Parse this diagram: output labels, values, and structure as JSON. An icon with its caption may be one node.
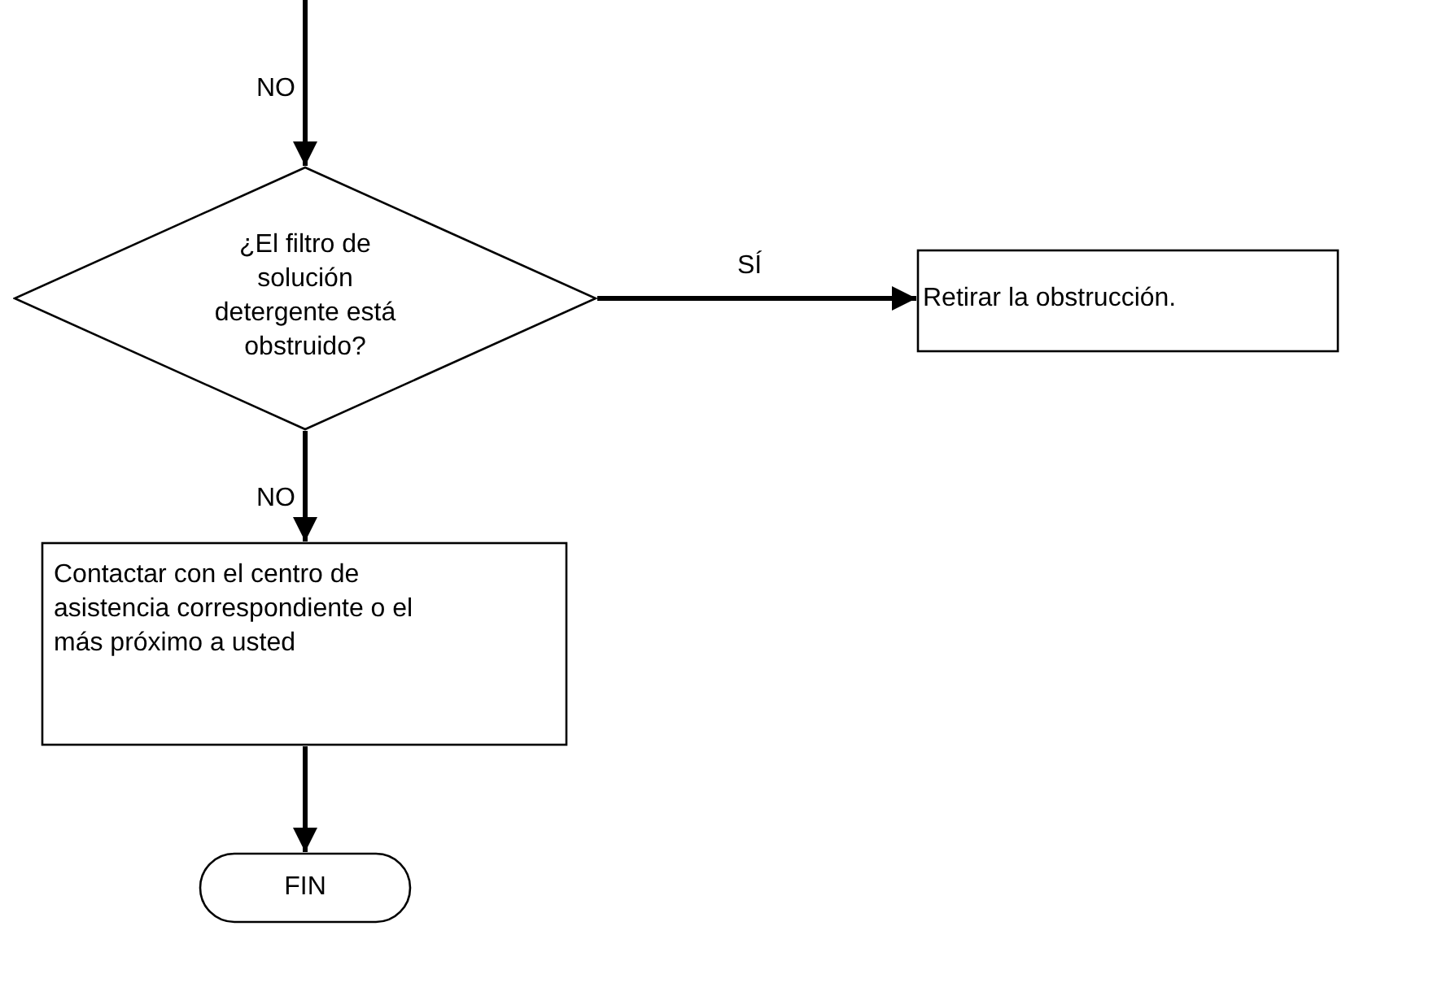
{
  "diagram": {
    "nodes": [
      {
        "text": [
          "¿El filtro de solución detergente está obstruido?"
        ]
      },
      {
        "text": [
          "Retirar la obstrucción."
        ]
      },
      {
        "text": [
          "Contactar con el centro de asistencia correspondiente o el más próximo a usted"
        ]
      },
      {
        "text": [
          "FIN"
        ]
      }
    ],
    "edges": [
      {
        "from": null,
        "to": 0,
        "arrow": "to",
        "label": "NO"
      },
      {
        "from": 0,
        "to": 1,
        "arrow": "to",
        "label": "SÍ"
      },
      {
        "from": 0,
        "to": 2,
        "arrow": "to",
        "label": "NO"
      },
      {
        "from": 2,
        "to": 3,
        "arrow": "to"
      }
    ]
  }
}
